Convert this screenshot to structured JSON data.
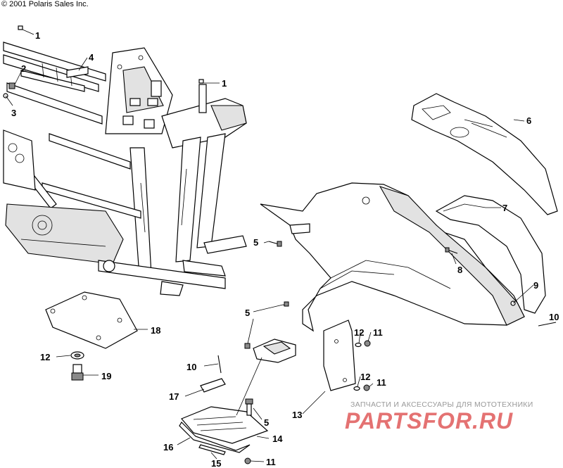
{
  "copyright": "© 2001 Polaris Sales Inc.",
  "callouts": {
    "c1a": "1",
    "c1b": "1",
    "c2": "2",
    "c3": "3",
    "c4": "4",
    "c5a": "5",
    "c5b": "5",
    "c5c": "5",
    "c6": "6",
    "c7": "7",
    "c8": "8",
    "c9": "9",
    "c10a": "10",
    "c10b": "10",
    "c11a": "11",
    "c11b": "11",
    "c11c": "11",
    "c12a": "12",
    "c12b": "12",
    "c12c": "12",
    "c13": "13",
    "c14": "14",
    "c15": "15",
    "c16": "16",
    "c17": "17",
    "c18": "18",
    "c19": "19"
  },
  "watermark": {
    "tagline": "ЗАПЧАСТИ И АКСЕССУАРЫ ДЛЯ МОТОТЕХНИКИ",
    "logo": "PARTSFOR.RU"
  },
  "colors": {
    "line": "#000000",
    "watermark": "#e05a5a",
    "tagline": "#999999"
  }
}
